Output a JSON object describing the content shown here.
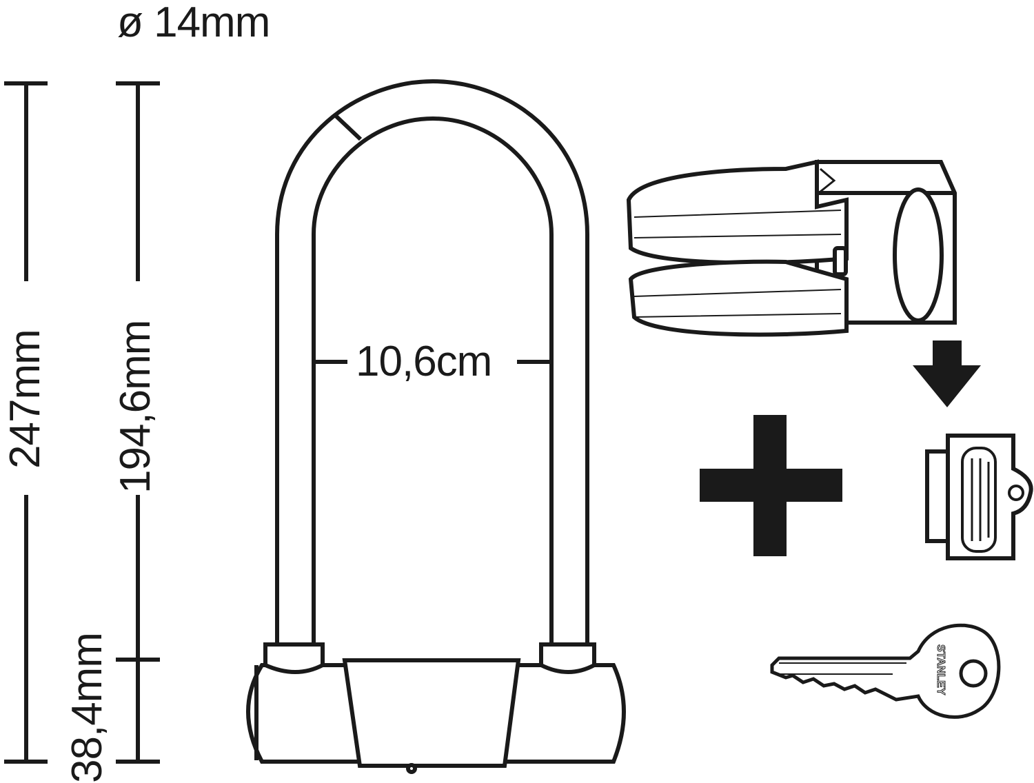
{
  "diagram": {
    "title": "U-lock dimension diagram",
    "dimensions": {
      "shackle_diameter": "ø 14mm",
      "total_height": "247mm",
      "inner_height": "194,6mm",
      "body_height": "38,4mm",
      "inner_width": "10,6cm"
    },
    "components": [
      {
        "name": "u-lock",
        "description": "U-shaped shackle with crossbar body"
      },
      {
        "name": "mounting-bracket",
        "description": "Frame mounting bracket with two hose-clamp straps"
      },
      {
        "name": "bracket-clip",
        "description": "Lock holder clip"
      },
      {
        "name": "key",
        "description": "Key",
        "brand_text": "STANLEY"
      }
    ],
    "symbols": {
      "plus": "+",
      "arrow": "down-arrow"
    },
    "colors": {
      "line": "#1a1a1a",
      "background": "#ffffff"
    }
  }
}
